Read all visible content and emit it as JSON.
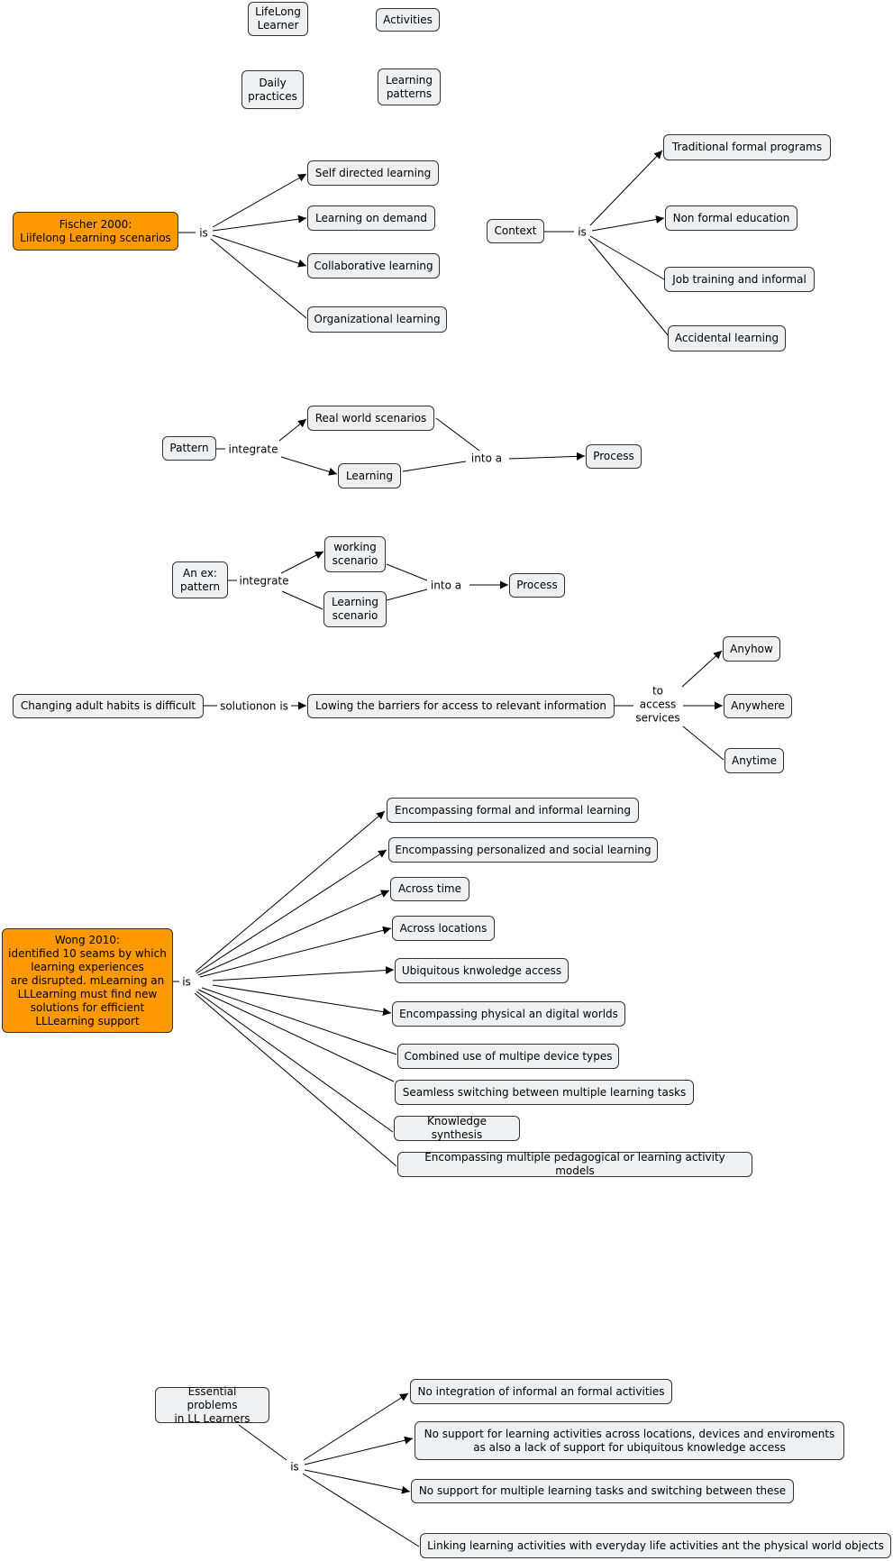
{
  "nodes": {
    "lifelong_learner": "LifeLong\nLearner",
    "activities": "Activities",
    "daily_practices": "Daily\npractices",
    "learning_patterns": "Learning\npatterns",
    "fischer": "Fischer 2000:\nLiifelong Learning scenarios",
    "self_directed": "Self directed learning",
    "learning_on_demand": "Learning on demand",
    "collaborative": "Collaborative learning",
    "organizational": "Organizational learning",
    "context": "Context",
    "traditional": "Traditional formal programs",
    "non_formal": "Non formal education",
    "job_training": "Job training and informal",
    "accidental": "Accidental learning",
    "pattern": "Pattern",
    "real_world": "Real world scenarios",
    "learning": "Learning",
    "process1": "Process",
    "an_ex_pattern": "An ex:\npattern",
    "working_scenario": "working\nscenario",
    "learning_scenario": "Learning\nscenario",
    "process2": "Process",
    "changing_habits": "Changing adult habits is difficult",
    "lowing_barriers": "Lowing the barriers for access to relevant information",
    "anyhow": "Anyhow",
    "anywhere": "Anywhere",
    "anytime": "Anytime",
    "wong": "Wong 2010:\nidentified 10 seams by which\nlearning experiences\nare disrupted. mLearning an\nLLLearning must find new\nsolutions for efficient\nLLLearning support",
    "w1": "Encompassing formal and informal learning",
    "w2": "Encompassing personalized and social learning",
    "w3": "Across time",
    "w4": "Across locations",
    "w5": "Ubiquitous knwoledge access",
    "w6": "Encompassing physical an digital worlds",
    "w7": "Combined use of multipe device types",
    "w8": "Seamless switching between multiple learning tasks",
    "w9": "Knowledge synthesis",
    "w10": "Encompassing multiple pedagogical or learning activity models",
    "essential": "Essential problems\nin LL Learners",
    "e1": "No integration of informal an formal activities",
    "e2": "No support for learning activities across locations, devices and enviroments\nas also a lack of support for ubiquitous knowledge access",
    "e3": "No support for multiple learning tasks and switching between these",
    "e4": "Linking learning activities with everyday life activities ant the physical world objects"
  },
  "links": {
    "is_fischer": "is",
    "is_context": "is",
    "integrate_pattern": "integrate",
    "into_a_1": "into a",
    "integrate_ex": "integrate",
    "into_a_2": "into a",
    "solution_is": "solutionon is",
    "to_access": "to\naccess\nservices",
    "is_wong": "is",
    "is_essential": "is"
  },
  "colors": {
    "node_fill": "#eef1f3",
    "highlight_fill": "#ff9900",
    "stroke": "#333333"
  }
}
